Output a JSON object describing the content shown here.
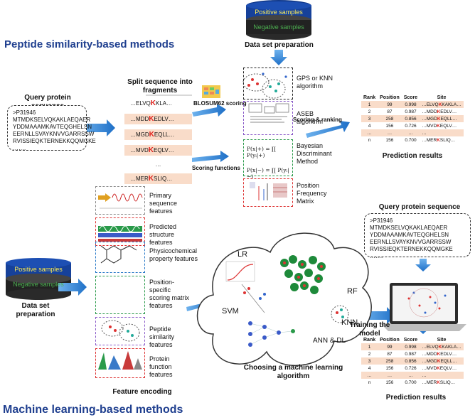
{
  "top_section": {
    "title": "Peptide similarity-based methods",
    "dataset": {
      "positive": "Positive samples",
      "negative": "Negative samples",
      "label": "Data set preparation"
    },
    "query_label": "Query protein sequence",
    "query_sequence": [
      ">P31946",
      "MTMDKSELVQKAKLAEQAER",
      "YDDMAAAMKAVTEQGHELSN",
      "EERNLLSVAYKNVVGARRSSW",
      "RVISSIEQKTERNEKKQQMGKE",
      "……."
    ],
    "split_label": "Split sequence into fragments",
    "fragments": [
      {
        "pre": "…ELVQ",
        "k": "K",
        "post": "KLA…"
      },
      {
        "pre": "…MDD",
        "k": "K",
        "post": "EDLV…"
      },
      {
        "pre": "…MGD",
        "k": "K",
        "post": "EQLL…"
      },
      {
        "pre": "…MVD",
        "k": "K",
        "post": "EQLV…"
      },
      {
        "pre": "…",
        "k": "",
        "post": ""
      },
      {
        "pre": "…MER",
        "k": "K",
        "post": "SLIQ…"
      }
    ],
    "blosum_label": "BLOSUM62 scoring",
    "scoring_functions_label": "Scoring functions",
    "methods": [
      "GPS or KNN algorithm",
      "ASEB algorithm",
      "Bayesian Discriminant Method",
      "Position Frequency Matrix"
    ],
    "formula_1": "P(x|+) = ∏ P(yᵢ|+)",
    "formula_2": "P(x|−) = ∏ P(yᵢ|−)",
    "scoring_ranking_label": "Scoring & ranking",
    "prediction_label": "Prediction results"
  },
  "results_table": {
    "headers": [
      "Rank",
      "Position",
      "Score",
      "Site"
    ],
    "rows": [
      {
        "rank": "1",
        "position": "99",
        "score": "0.998",
        "pre": "…ELVQ",
        "k": "K",
        "post": "KAKLA…"
      },
      {
        "rank": "2",
        "position": "87",
        "score": "0.987",
        "pre": "…MDD",
        "k": "K",
        "post": "EDLV…"
      },
      {
        "rank": "3",
        "position": "258",
        "score": "0.856",
        "pre": "…MGD",
        "k": "K",
        "post": "EQLL…"
      },
      {
        "rank": "4",
        "position": "156",
        "score": "0.726",
        "pre": "…MVD",
        "k": "K",
        "post": "EQLV…"
      },
      {
        "rank": "…",
        "position": "…",
        "score": "…",
        "pre": "…",
        "k": "",
        "post": ""
      },
      {
        "rank": "n",
        "position": "156",
        "score": "0.700",
        "pre": "…MER",
        "k": "K",
        "post": "SLIQ…"
      }
    ]
  },
  "bottom_section": {
    "title": "Machine learning-based methods",
    "dataset": {
      "positive": "Positive samples",
      "negative": "Negative samples",
      "label": "Data set preparation"
    },
    "features": [
      "Primary sequence features",
      "Predicted structure features",
      "Physicochemical property features",
      "Position-specific scoring matrix features",
      "Peptide similarity features",
      "Protein function features"
    ],
    "feature_encoding_label": "Feature encoding",
    "models": [
      "LR",
      "SVM",
      "RF",
      "KNN",
      "ANN & DL"
    ],
    "choosing_label": "Choosing a machine learning algorithm",
    "query_label": "Query protein sequence",
    "query_sequence": [
      ">P31946",
      "MTMDKSELVQKAKLAEQAER",
      "YDDMAAAMKAVTEQGHELSN",
      "EERNLLSVAYKNVVGARRSSW",
      "RVISSIEQKTERNEKKQQMGKE",
      "……."
    ],
    "training_label": "Training the model",
    "prediction_label": "Prediction results"
  },
  "colors": {
    "title": "#1f3f8f",
    "arrow": "#2b7fd4",
    "highlight": "#e0211b",
    "row_fill": "#f9dcc9"
  }
}
